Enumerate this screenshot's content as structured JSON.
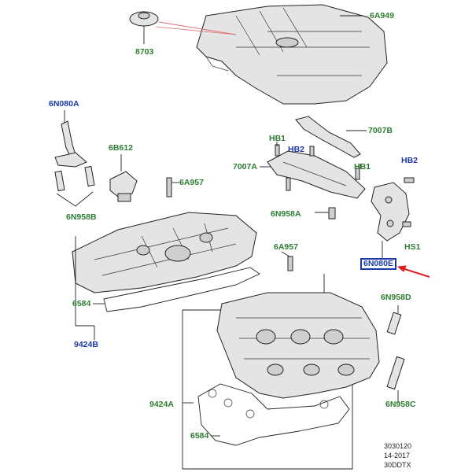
{
  "labels": {
    "6A949": "6A949",
    "8703": "8703",
    "7007B": "7007B",
    "HB1_top": "HB1",
    "HB2_left": "HB2",
    "HB2_right": "HB2",
    "7007A": "7007A",
    "HB1_right": "HB1",
    "6N080A": "6N080A",
    "6B612": "6B612",
    "6A957_top": "6A957",
    "6N958B": "6N958B",
    "6N958A": "6N958A",
    "HS1": "HS1",
    "6N080E": "6N080E",
    "6A957_mid": "6A957",
    "6584_top": "6584",
    "9424B": "9424B",
    "6N958D": "6N958D",
    "9424A": "9424A",
    "6584_bottom": "6584",
    "6N958C": "6N958C"
  },
  "reference": {
    "line1": "3030120",
    "line2": "14-2017",
    "line3": "30DDTX"
  },
  "colors": {
    "part_number_green": "#2e7d32",
    "part_number_blue": "#1a3aa8",
    "highlight_arrow": "#e02020",
    "leader_pink": "#e07070"
  }
}
